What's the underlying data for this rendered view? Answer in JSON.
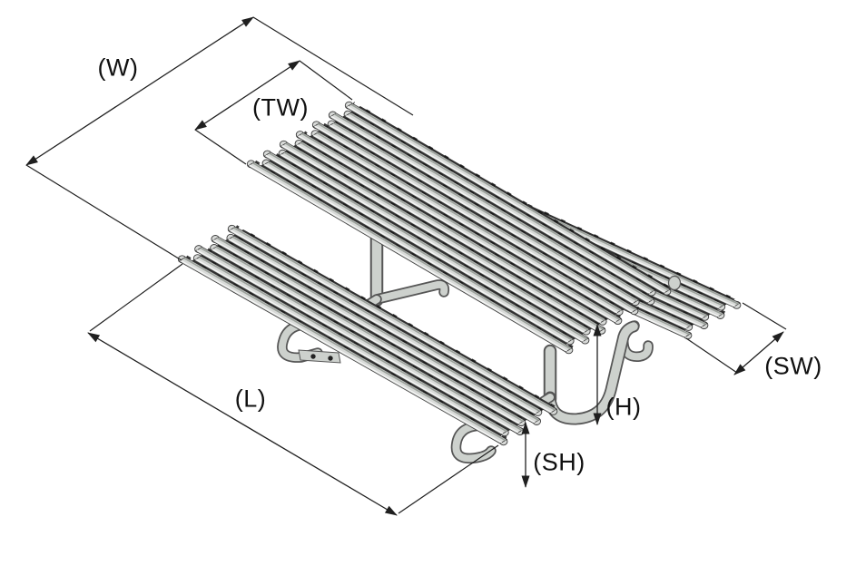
{
  "diagram": {
    "labels": {
      "w": "(W)",
      "tw": "(TW)",
      "l": "(L)",
      "sw": "(SW)",
      "h": "(H)",
      "sh": "(SH)"
    },
    "colors": {
      "background": "#ffffff",
      "slat": "#d8dad8",
      "slat_base": "#2e2e2e",
      "slat_edge": "#3a3a3a",
      "slat_highlight": "#f4f5f4",
      "slat_shade": "#9aa09a",
      "speckle": "#161616",
      "frame": "#cdd1cd",
      "frame_outline": "#565656",
      "dimension_line": "#1f1f1f",
      "label_text": "#111111"
    }
  }
}
